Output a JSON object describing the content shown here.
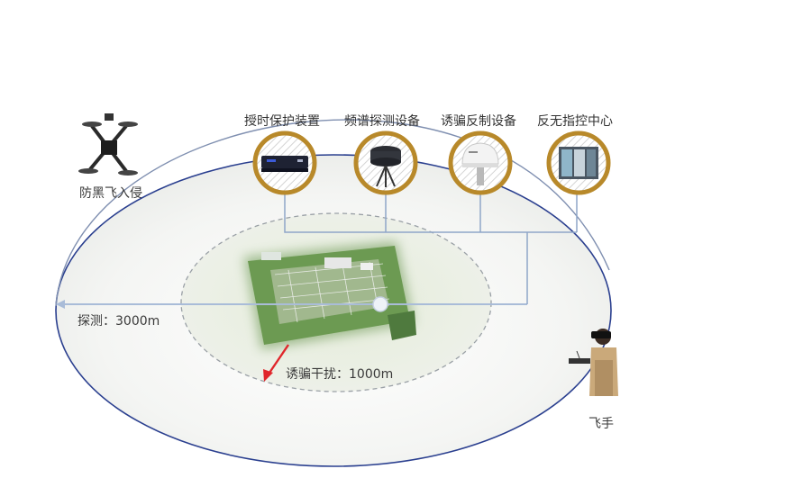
{
  "devices": [
    {
      "label": "授时保护装置",
      "icon": "timing-box-icon"
    },
    {
      "label": "频谱探测设备",
      "icon": "radar-tripod-icon"
    },
    {
      "label": "诱骗反制设备",
      "icon": "antenna-dome-icon"
    },
    {
      "label": "反无指控中心",
      "icon": "control-cabinet-icon"
    }
  ],
  "threat": {
    "label": "防黑飞入侵",
    "icon": "drone-icon"
  },
  "pilot": {
    "label": "飞手",
    "icon": "pilot-person-icon"
  },
  "detection": {
    "label": "探测：3000m"
  },
  "spoofing": {
    "label": "诱骗干扰：1000m"
  },
  "site": {
    "icon": "substation-photo"
  },
  "colors": {
    "outer_ring": "#2a3f8f",
    "device_ring": "#b8892a",
    "connector": "#8fa6c8",
    "inner_dash": "#9aa0a6",
    "red_arrow": "#e0262b"
  }
}
